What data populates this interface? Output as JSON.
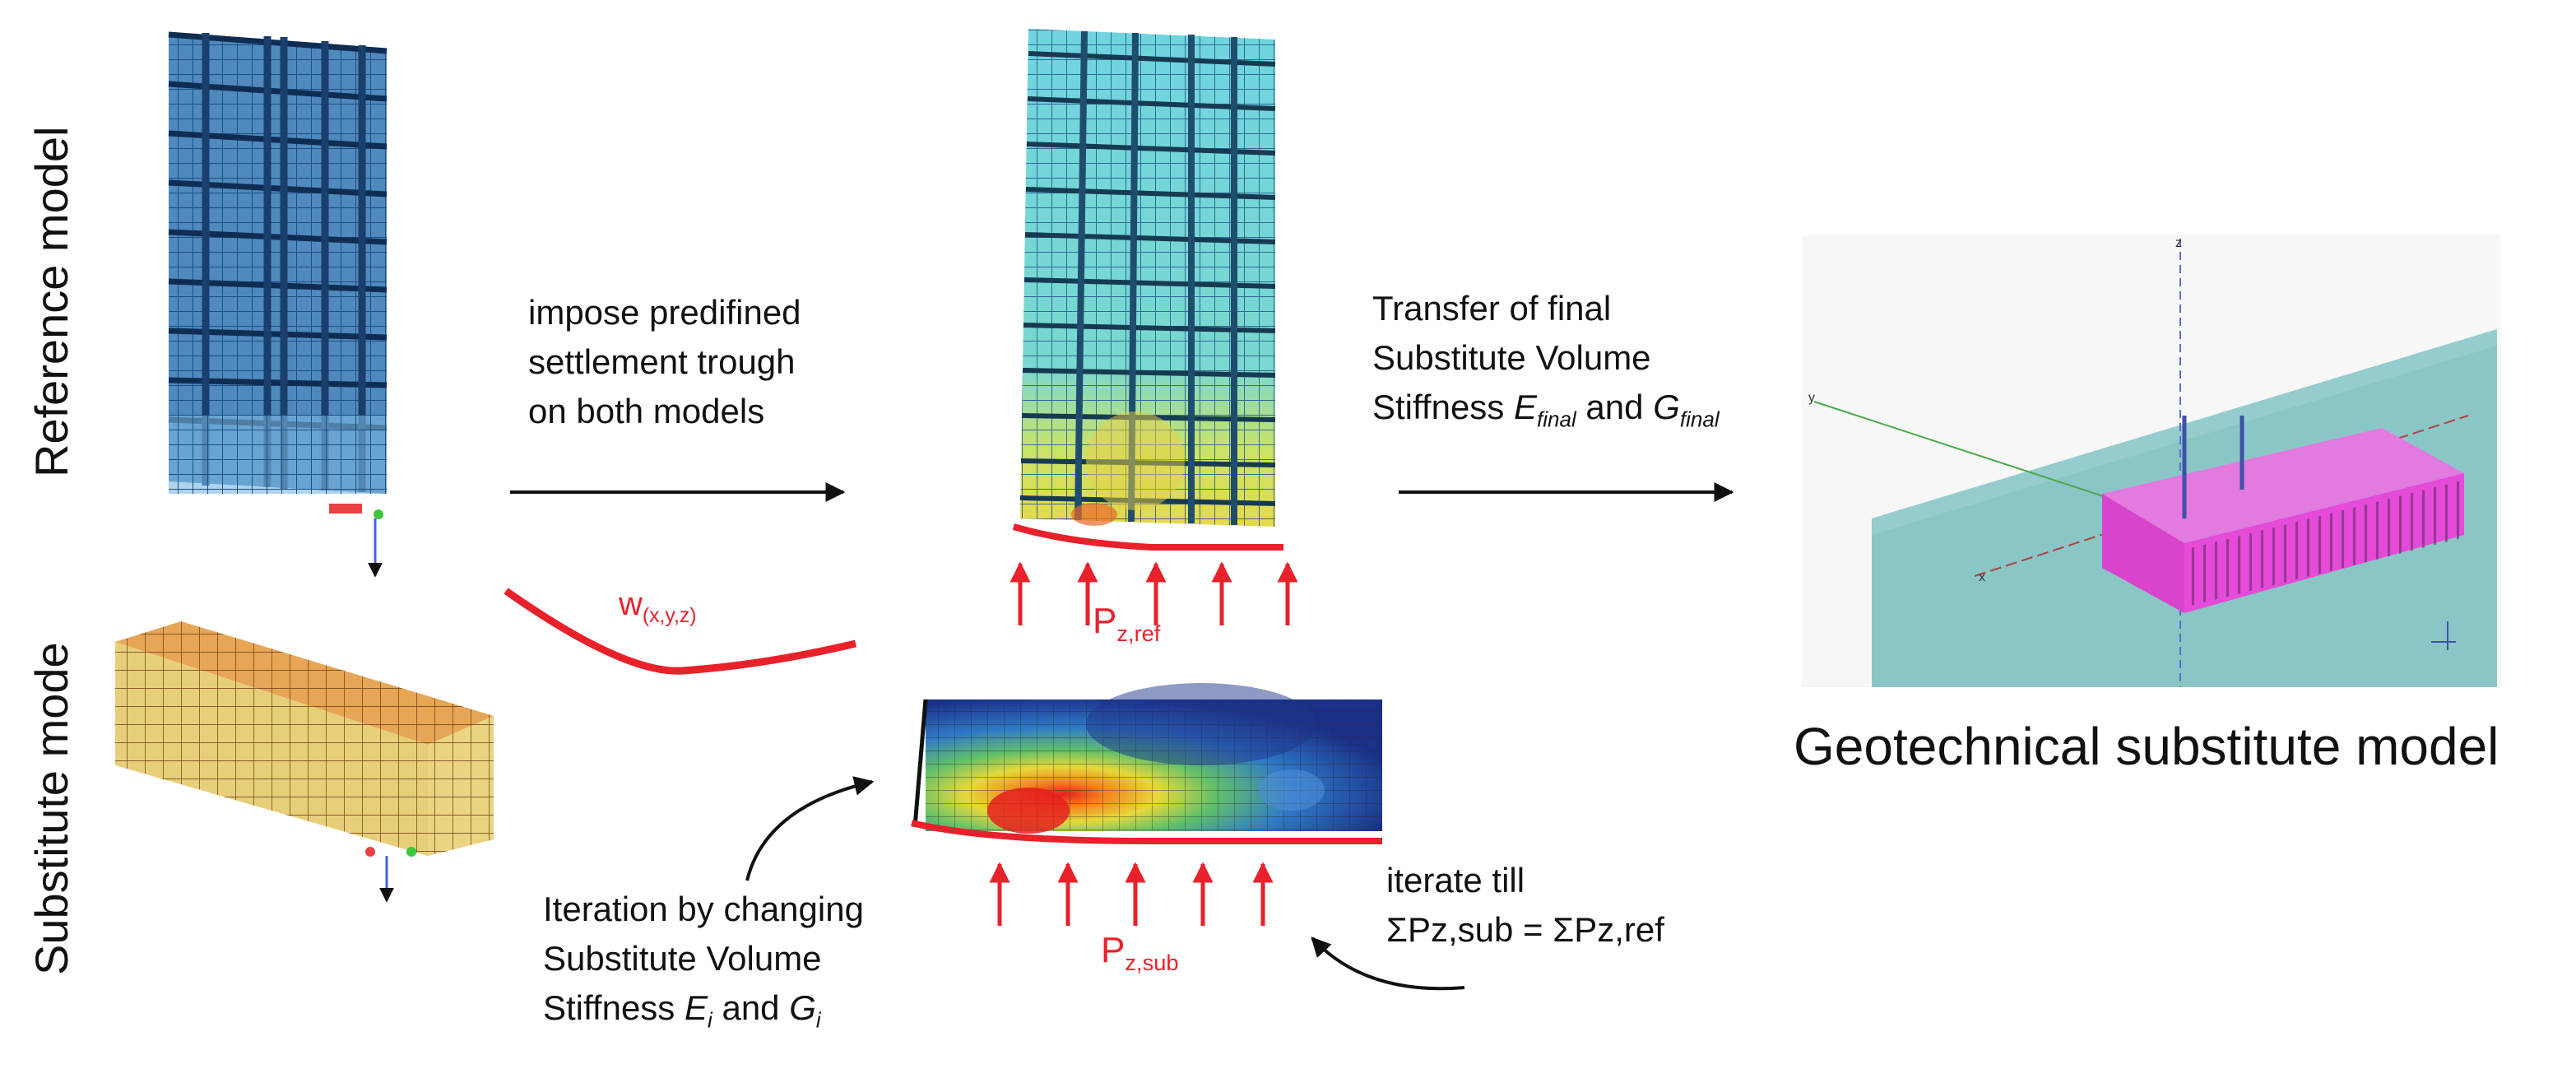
{
  "row_labels": {
    "reference": "Reference model",
    "substitute": "Substitute mode"
  },
  "annotations": {
    "impose_1": "impose predifined",
    "impose_2": "settlement trough",
    "impose_3": "on both models",
    "w_symbol": "w",
    "w_sub": "(x,y,z)",
    "transfer_1": "Transfer of final",
    "transfer_2": "Substitute Volume",
    "transfer_3a": "Stiffness ",
    "transfer_3_E": "E",
    "transfer_3_Esub": "final",
    "transfer_3_and": " and ",
    "transfer_3_G": "G",
    "transfer_3_Gsub": "final",
    "pz_ref_symbol": "P",
    "pz_ref_sub": "z,ref",
    "pz_sub_symbol": "P",
    "pz_sub_sub": "z,sub",
    "iteration_1": "Iteration by changing",
    "iteration_2": "Substitute Volume",
    "iteration_3a": "Stiffness ",
    "iteration_3_E": "E",
    "iteration_3_Esub": "i",
    "iteration_3_and": " and ",
    "iteration_3_G": "G",
    "iteration_3_Gsub": "i",
    "iterate_1": "iterate till",
    "iterate_2": "ΣPz,sub = ΣPz,ref",
    "geotech": "Geotechnical substitute model"
  },
  "axis_glyphs": {
    "z": "z",
    "y": "y",
    "x": "x"
  },
  "colors": {
    "load_red": "#e8212b",
    "building_blue": "#4f89bd",
    "block_orange": "#e0a04d",
    "substitute_magenta": "#e64ad9",
    "soil_teal": "#8bc6c7"
  }
}
